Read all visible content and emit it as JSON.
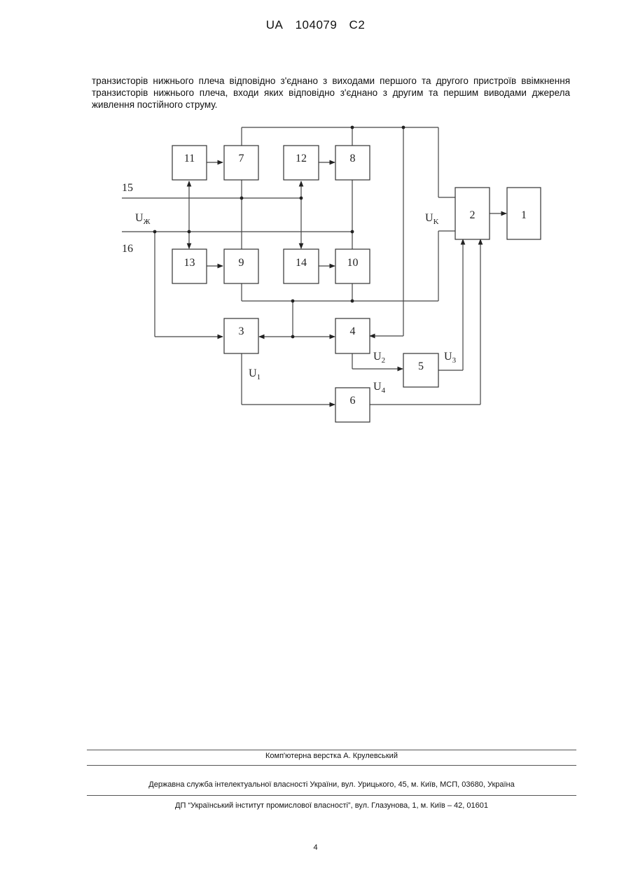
{
  "header": {
    "country": "UA",
    "number": "104079",
    "kind": "C2"
  },
  "paragraph": "транзисторів нижнього плеча відповідно з'єднано з виходами першого та другого пристроїв ввімкнення транзисторів нижнього плеча, входи яких відповідно з'єднано з другим та першим виводами джерела живлення постійного струму.",
  "diagram": {
    "blocks": [
      "1",
      "2",
      "3",
      "4",
      "5",
      "6",
      "7",
      "8",
      "9",
      "10",
      "11",
      "12",
      "13",
      "14"
    ],
    "input_15": "15",
    "input_16": "16",
    "label_uzh": "UЖ",
    "label_uk": "UK",
    "label_u1": "U1",
    "label_u2": "U2",
    "label_u3": "U3",
    "label_u4": "U4"
  },
  "footer": {
    "layout": "Комп'ютерна верстка А. Крулевський",
    "agency": "Державна служба інтелектуальної власності України, вул. Урицького, 45, м. Київ, МСП, 03680, Україна",
    "institute": "ДП “Український інститут промислової власності”, вул. Глазунова, 1, м. Київ – 42, 01601"
  },
  "page_number": "4"
}
